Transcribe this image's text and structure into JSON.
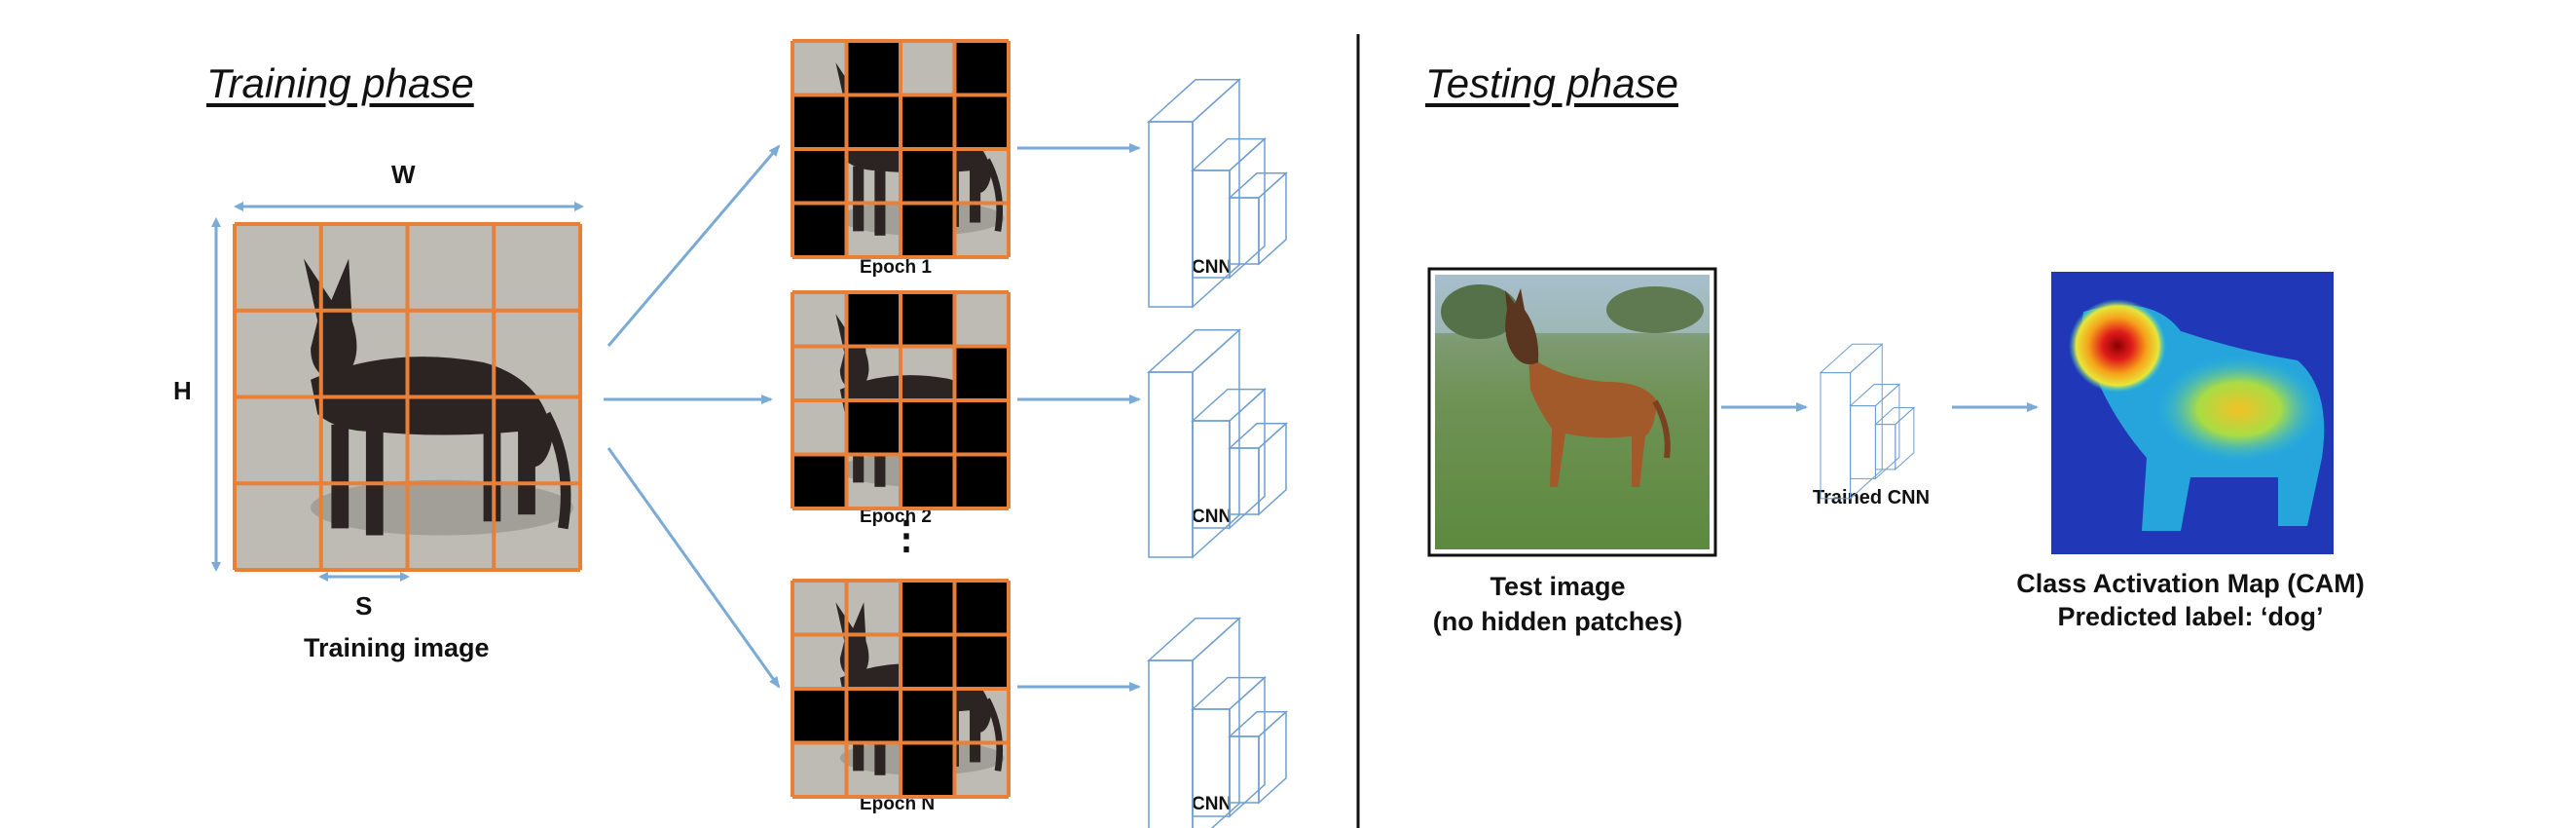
{
  "training": {
    "title": "Training phase",
    "width_label": "W",
    "height_label": "H",
    "patch_label": "S",
    "image_label": "Training image",
    "grid_rows": 4,
    "grid_cols": 4,
    "epochs": [
      {
        "label": "Epoch 1",
        "hidden": [
          [
            0,
            1
          ],
          [
            0,
            3
          ],
          [
            1,
            0
          ],
          [
            1,
            1
          ],
          [
            1,
            2
          ],
          [
            1,
            3
          ],
          [
            2,
            0
          ],
          [
            2,
            2
          ],
          [
            3,
            0
          ],
          [
            3,
            2
          ]
        ]
      },
      {
        "label": "Epoch 2",
        "hidden": [
          [
            0,
            1
          ],
          [
            0,
            2
          ],
          [
            1,
            3
          ],
          [
            2,
            1
          ],
          [
            2,
            2
          ],
          [
            2,
            3
          ],
          [
            3,
            0
          ],
          [
            3,
            2
          ],
          [
            3,
            3
          ]
        ]
      },
      {
        "label": "Epoch N",
        "hidden": [
          [
            0,
            2
          ],
          [
            0,
            3
          ],
          [
            1,
            2
          ],
          [
            1,
            3
          ],
          [
            2,
            0
          ],
          [
            2,
            1
          ],
          [
            2,
            2
          ],
          [
            3,
            2
          ]
        ]
      }
    ],
    "ellipsis": "⋮",
    "model_label": "CNN"
  },
  "testing": {
    "title": "Testing phase",
    "image_label_line1": "Test image",
    "image_label_line2": "(no hidden patches)",
    "model_label": "Trained CNN",
    "cam_label_line1": "Class Activation Map (CAM)",
    "cam_label_line2": "Predicted label: ‘dog’"
  },
  "colors": {
    "grid": "#e8803a",
    "arrow": "#7aaad6",
    "cnn": "#6f9ed0",
    "divider": "#111111",
    "hidden_patch": "#000000"
  },
  "icons": [
    "training-dog-photo",
    "test-dog-photo",
    "cam-heatmap",
    "cnn-block-icon"
  ]
}
